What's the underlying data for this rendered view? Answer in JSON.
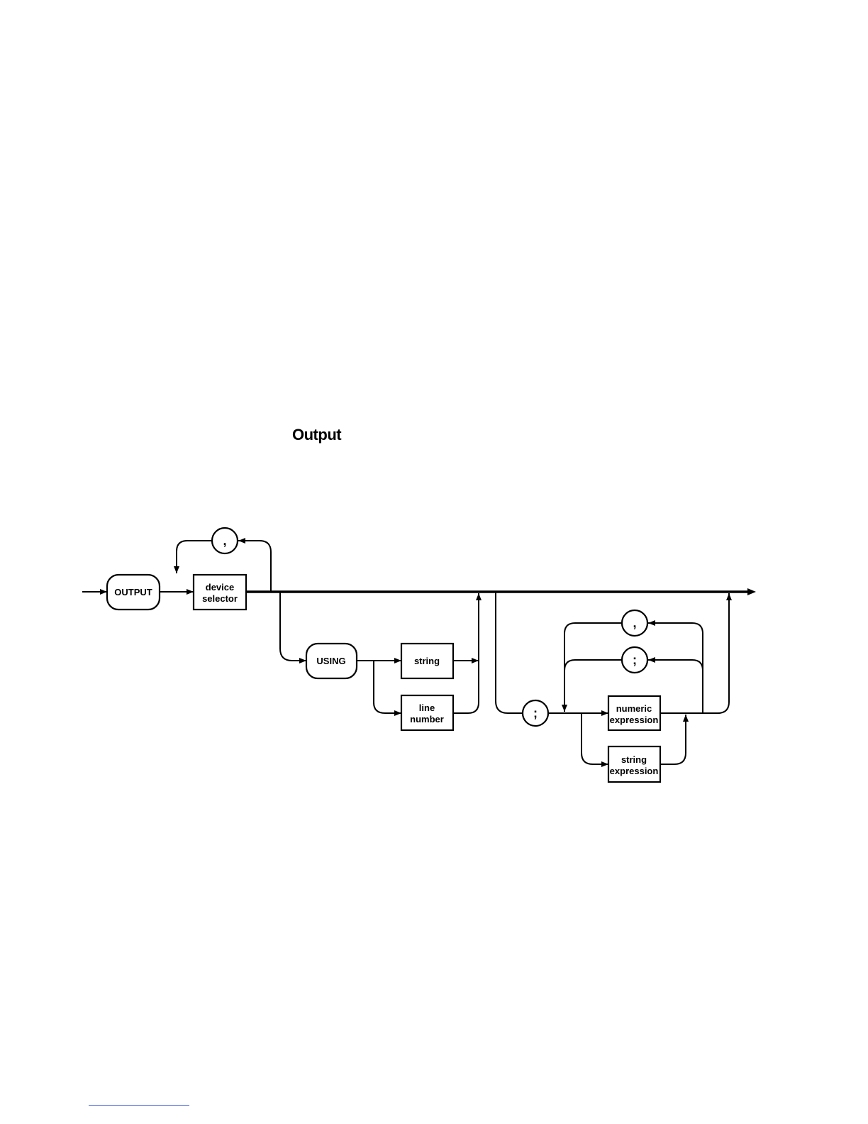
{
  "title": "Output",
  "nodes": {
    "output": "OUTPUT",
    "device_selector": [
      "device",
      "selector"
    ],
    "comma_top": ",",
    "using": "USING",
    "string": "string",
    "line_number": [
      "line",
      "number"
    ],
    "semicolon_entry": ";",
    "comma_loop": ",",
    "semicolon_loop": ";",
    "numeric_expression": [
      "numeric",
      "expression"
    ],
    "string_expression": [
      "string",
      "expression"
    ]
  },
  "colors": {
    "ink": "#000000",
    "footer_rule": "#3b5bd6"
  }
}
